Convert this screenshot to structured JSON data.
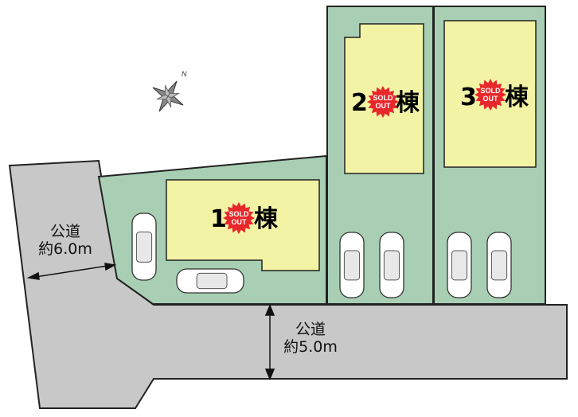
{
  "roads": {
    "west": {
      "name": "公道",
      "width": "約6.0m"
    },
    "south": {
      "name": "公道",
      "width": "約5.0m"
    }
  },
  "lots": [
    {
      "number": "1",
      "suffix": "棟",
      "status": "SOLD OUT"
    },
    {
      "number": "2",
      "suffix": "棟",
      "status": "SOLD OUT"
    },
    {
      "number": "3",
      "suffix": "棟",
      "status": "SOLD OUT"
    }
  ],
  "sold_badge": {
    "line1": "SOLD",
    "line2": "OUT"
  },
  "compass": {
    "north_label": "N"
  },
  "colors": {
    "road": "#c8c8c8",
    "lot": "#a8cfb3",
    "building": "#f2f3a5",
    "sold_badge": "#e8272b",
    "outline": "#222222"
  }
}
